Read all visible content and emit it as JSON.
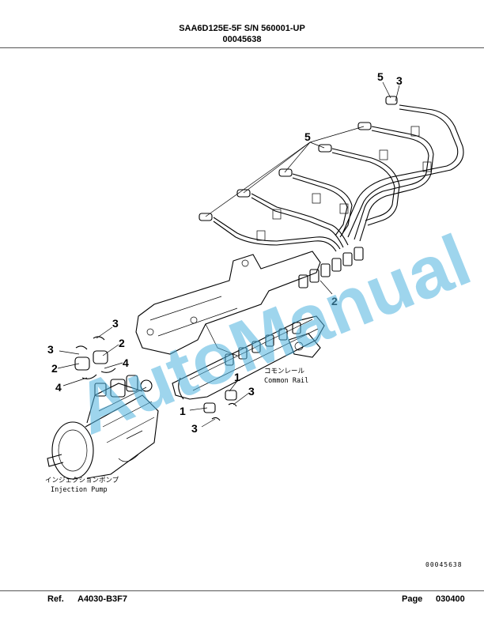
{
  "header": {
    "model": "SAA6D125E-5F S/N 560001-UP",
    "part_number": "00045638"
  },
  "diagram": {
    "watermark": "AutoManual",
    "labels": {
      "common_rail_jp": "コモンレール",
      "common_rail_en": "Common Rail",
      "injection_pump_jp": "インジェクションポンプ",
      "injection_pump_en": "Injection Pump"
    },
    "callouts": [
      "5",
      "3",
      "5",
      "2",
      "3",
      "3",
      "2",
      "2",
      "4",
      "4",
      "1",
      "3",
      "1",
      "3"
    ],
    "doc_number": "00045638"
  },
  "footer": {
    "ref_label": "Ref.",
    "ref_value": "A4030-B3F7",
    "page_label": "Page",
    "page_value": "030400"
  }
}
